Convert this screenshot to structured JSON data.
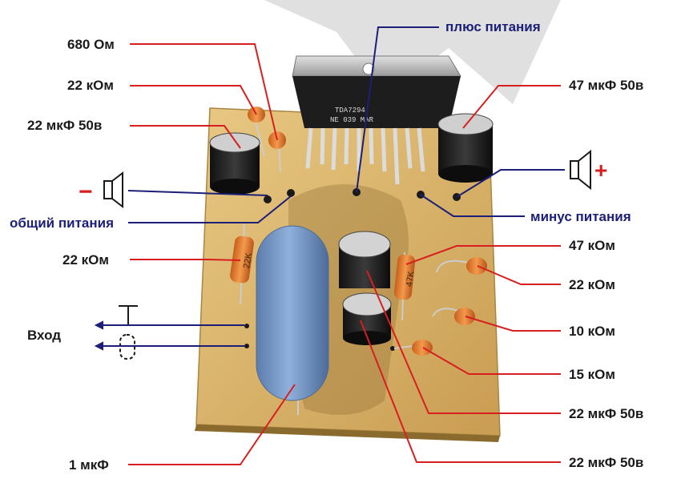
{
  "labels": {
    "r680": "680 Ом",
    "r22k_top": "22 кОм",
    "c22_top": "22 мкФ 50в",
    "plus": "плюс питания",
    "c47_top": "47 мкФ 50в",
    "common": "общий питания",
    "minus": "минус питания",
    "r22k_left": "22 кОм",
    "r47k": "47 кОм",
    "r22k_right": "22 кОм",
    "r10k": "10 кОм",
    "r15k": "15 кОм",
    "input": "Вход",
    "c22_mid": "22 мкФ 50в",
    "c1": "1 мкФ",
    "c22_bot": "22 мкФ 50в"
  },
  "symbols": {
    "minus_sign": "−",
    "plus_sign": "+"
  },
  "chip": {
    "line1": "TDA7294",
    "line2": "NE 039 MAR"
  },
  "resistor_marks": {
    "left": "22K",
    "right": "47K"
  },
  "colors": {
    "leader_red": "#d81f1f",
    "leader_blue": "#1c1f78",
    "board": "#d9b56c",
    "cap_blue": "#6e8fbf",
    "resistor": "#e07a2a"
  }
}
